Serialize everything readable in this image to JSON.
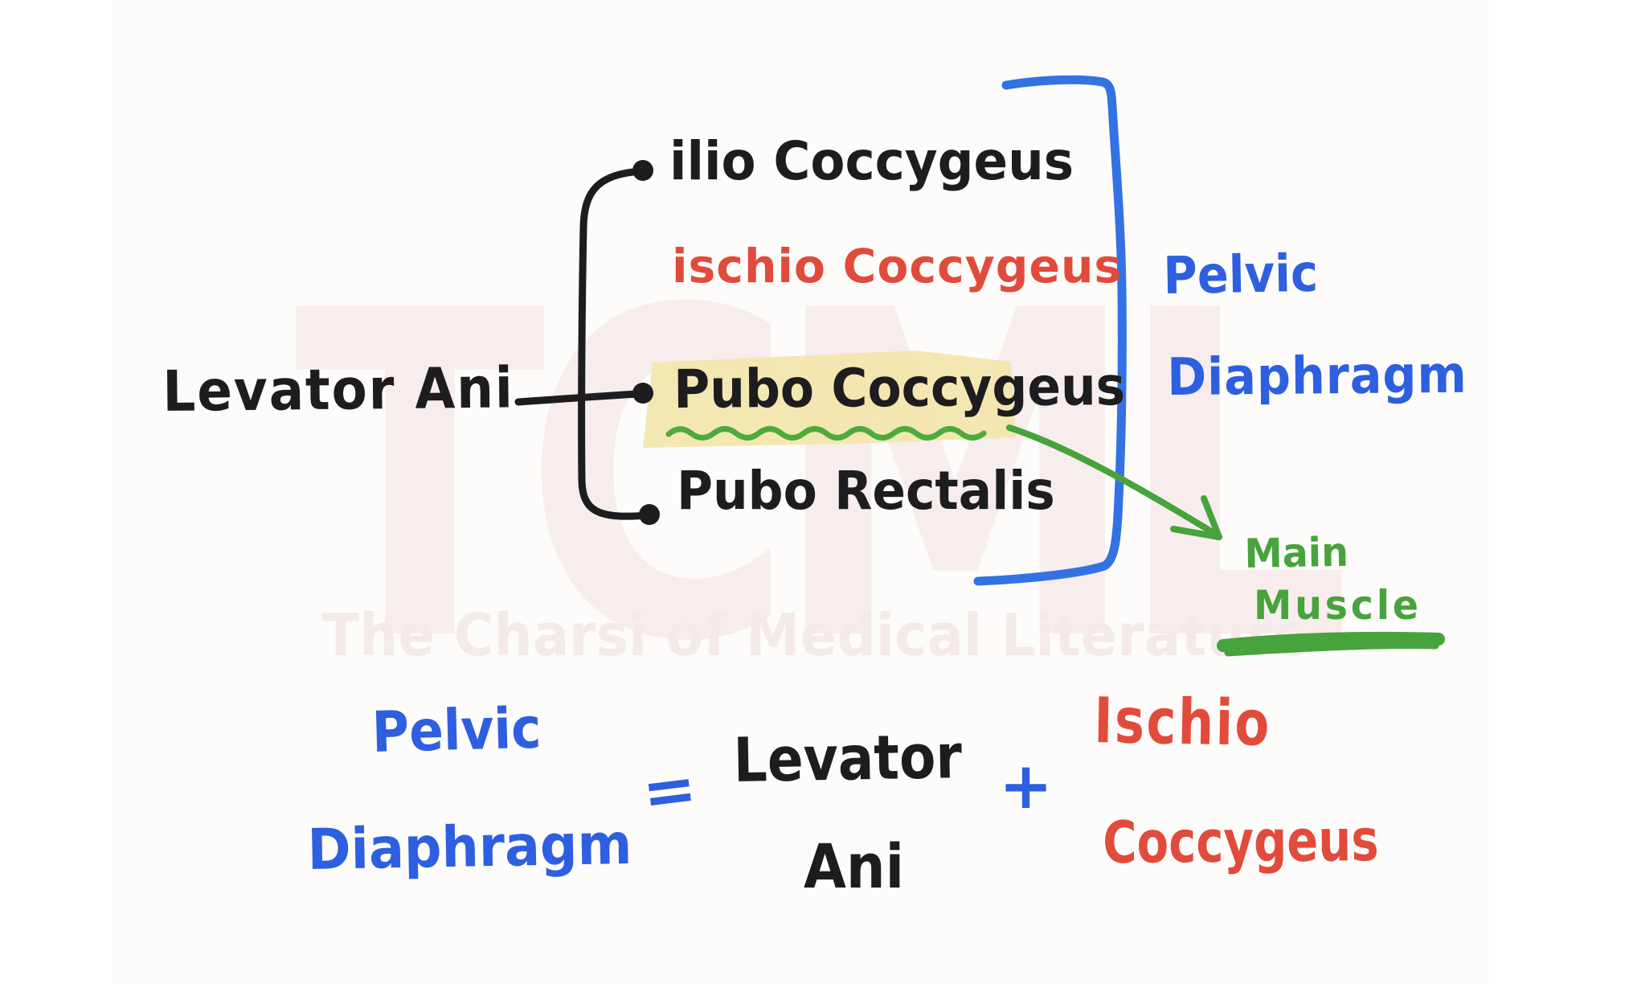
{
  "palette": {
    "ink_black": "#1d1d1f",
    "ink_red": "#e14b3b",
    "ink_blue_text": "#2d5fe0",
    "ink_blue_bracket": "#3372e2",
    "ink_green": "#47a33c",
    "highlight_yellow": "#f3e5a7",
    "watermark_pink": "#f7eded",
    "background": "#ffffff"
  },
  "watermark": {
    "logo": "TCML",
    "tagline": "The Charsi of Medical Literature"
  },
  "diagram": {
    "root_label": "Levator Ani",
    "branches": [
      {
        "label": "ilio Coccygeus",
        "color": "black",
        "highlighted": false
      },
      {
        "label": "ischio Coccygeus",
        "color": "red",
        "highlighted": false
      },
      {
        "label": "Pubo Coccygeus",
        "color": "black",
        "highlighted": true
      },
      {
        "label": "Pubo Rectalis",
        "color": "black",
        "highlighted": false
      }
    ],
    "bracket_label_line1": "Pelvic",
    "bracket_label_line2": "Diaphragm",
    "annotation_line1": "Main",
    "annotation_line2": "Muscle"
  },
  "equation": {
    "lhs_line1": "Pelvic",
    "lhs_line2": "Diaphragm",
    "equals": "=",
    "term1_line1": "Levator",
    "term1_line2": "Ani",
    "plus": "+",
    "term2_line1": "Ischio",
    "term2_line2": "Coccygeus"
  }
}
